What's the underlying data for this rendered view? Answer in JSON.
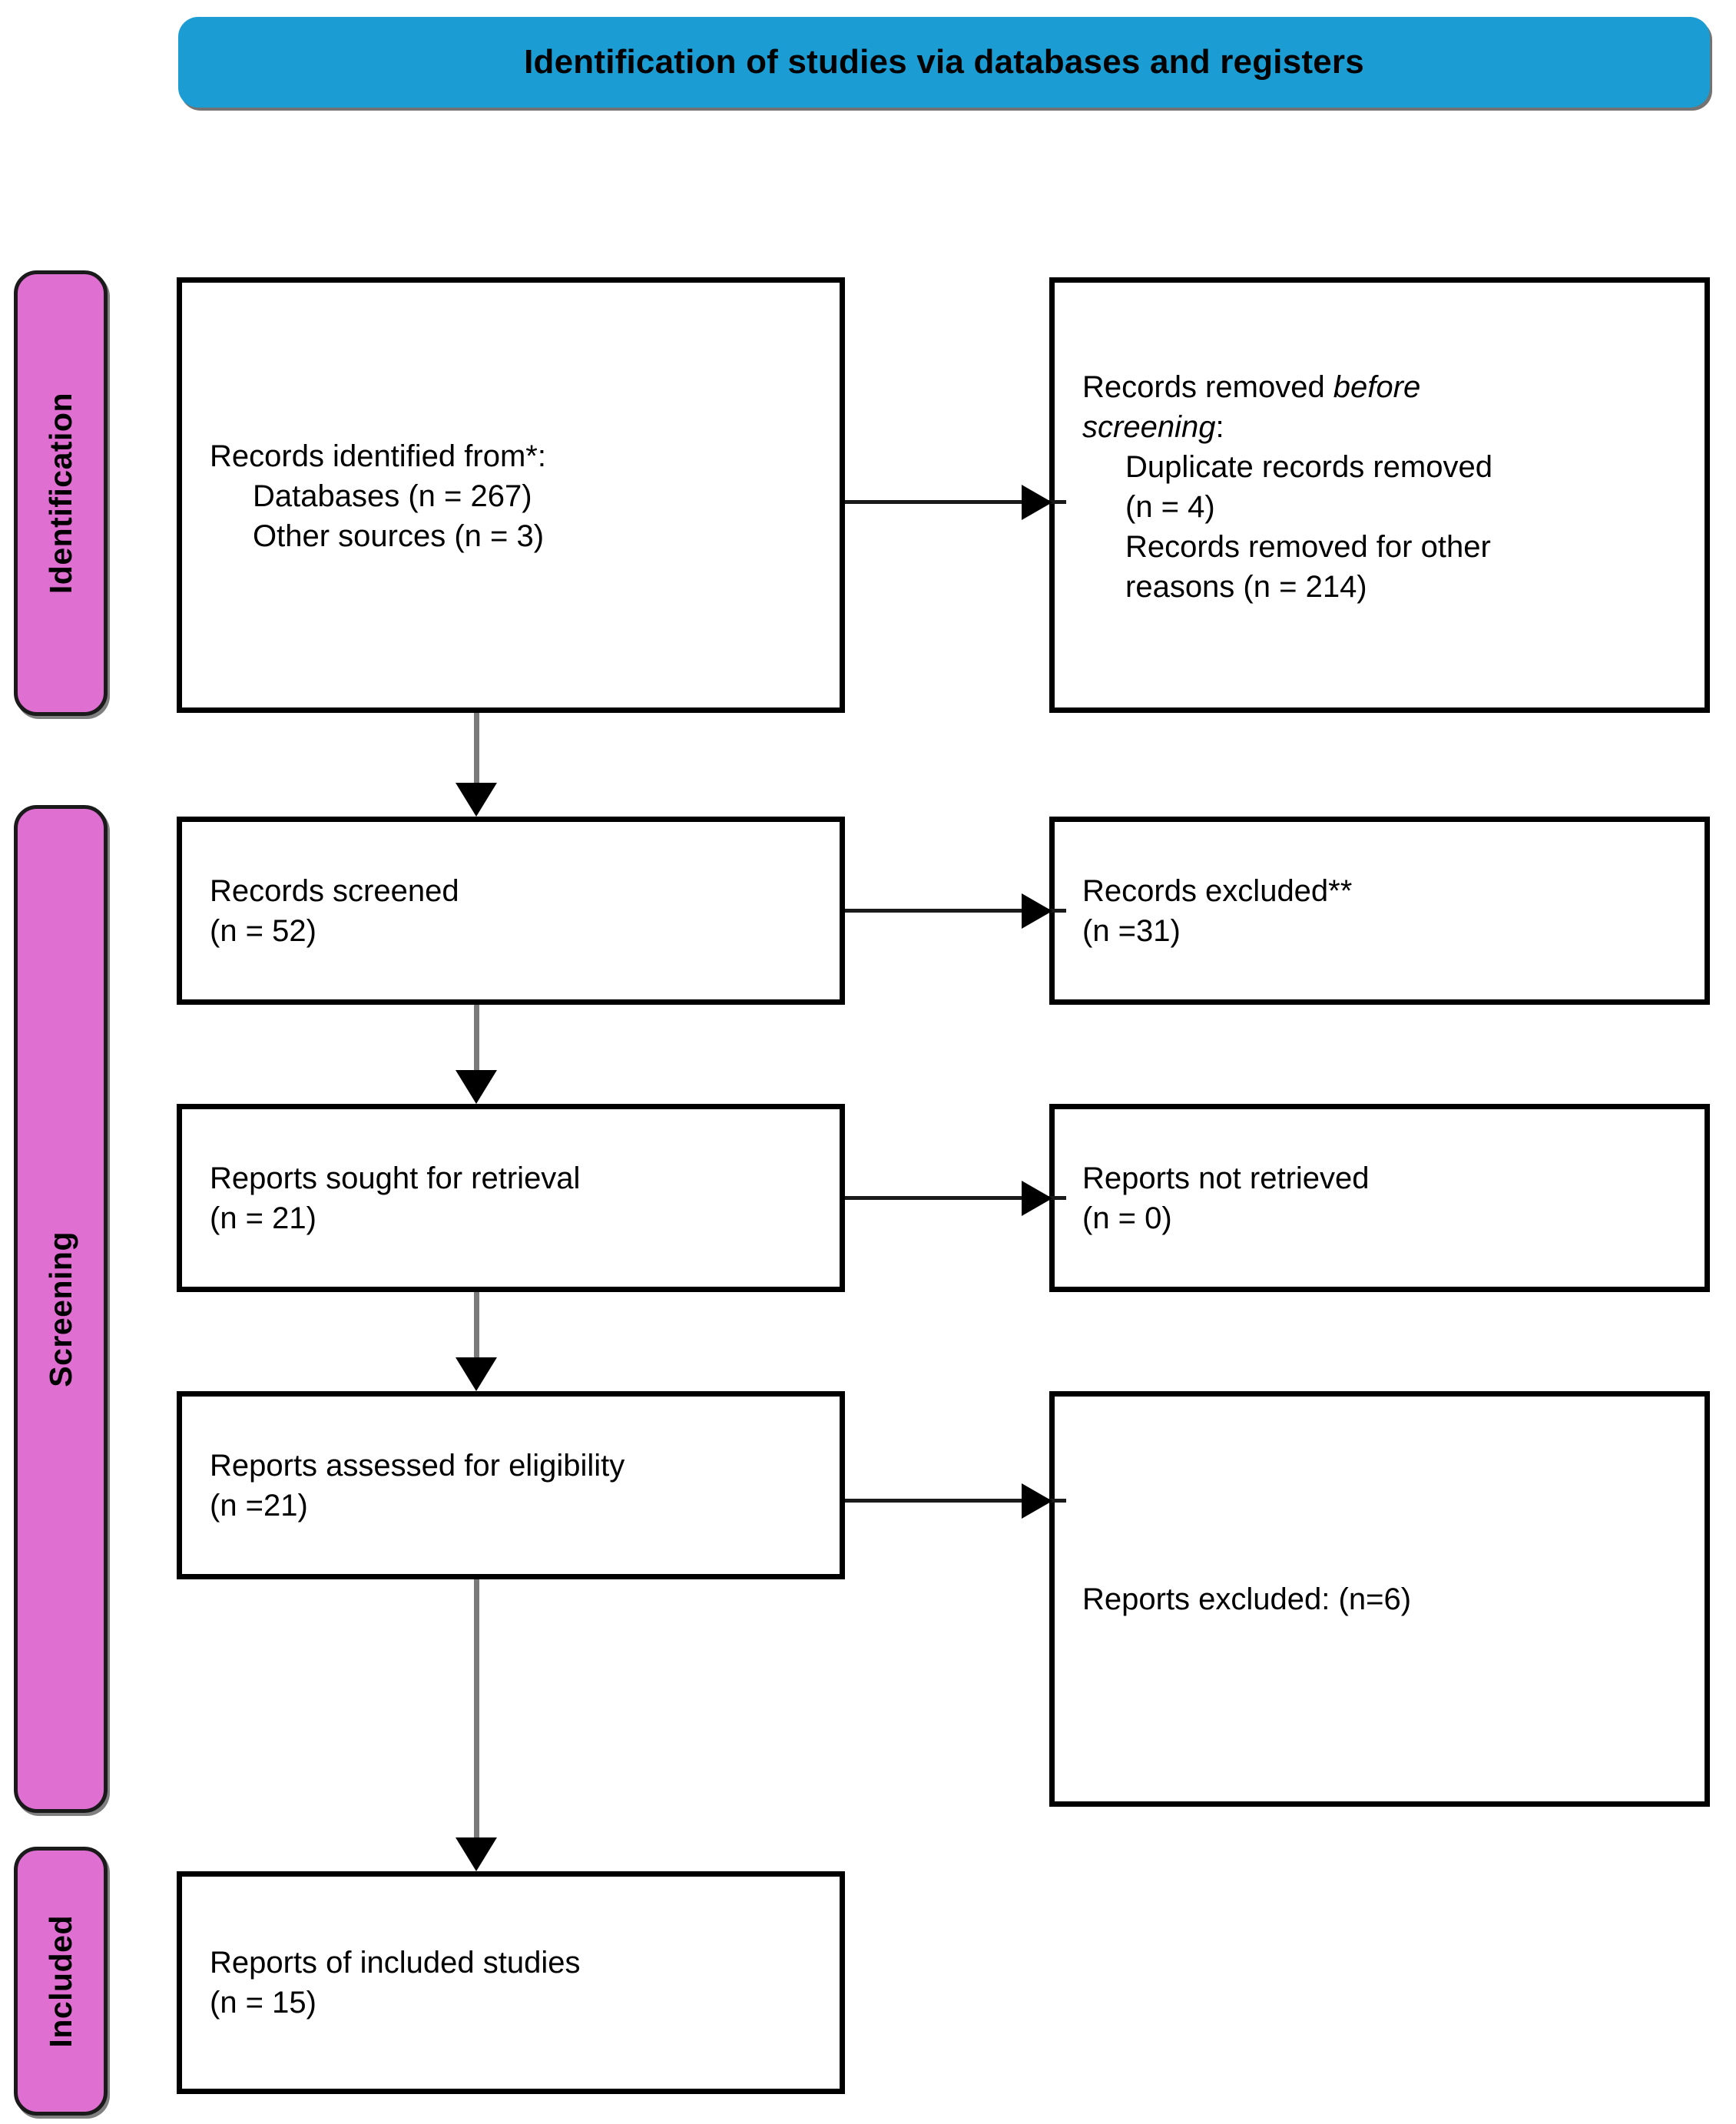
{
  "banner": {
    "title": "Identification of studies via databases and registers",
    "color": "#1b9dd4"
  },
  "stages": {
    "identification": "Identification",
    "screening": "Screening",
    "included": "Included",
    "color": "#e06fd2"
  },
  "boxes": {
    "identified": {
      "line1": "Records identified from*:",
      "line2": "Databases (n = 267)",
      "line3": "Other sources (n = 3)"
    },
    "removed_before": {
      "line1_prefix": "Records removed ",
      "line1_italic": "before",
      "line2_italic": "screening",
      "line2_suffix": ":",
      "line3": "Duplicate records removed",
      "line4": "(n = 4)",
      "line5": "Records removed for other",
      "line6": "reasons (n = 214)"
    },
    "screened": {
      "line1": "Records screened",
      "line2": "(n = 52)"
    },
    "records_excluded": {
      "line1": "Records excluded**",
      "line2": "(n =31)"
    },
    "sought": {
      "line1": "Reports sought for retrieval",
      "line2": "(n = 21)"
    },
    "not_retrieved": {
      "line1": "Reports not retrieved",
      "line2": "(n = 0)"
    },
    "assessed": {
      "line1": "Reports assessed for eligibility",
      "line2": "(n =21)"
    },
    "reports_excluded": {
      "line1": "Reports excluded: (n=6)"
    },
    "included": {
      "line1": "Reports of included studies",
      "line2": "(n = 15)"
    }
  },
  "chart_data": {
    "type": "diagram",
    "title": "Identification of studies via databases and registers",
    "diagram_kind": "PRISMA flow diagram",
    "stages": [
      "Identification",
      "Screening",
      "Included"
    ],
    "nodes": [
      {
        "id": "identified",
        "stage": "Identification",
        "column": "left",
        "label": "Records identified from*: Databases (n = 267); Other sources (n = 3)",
        "counts": {
          "databases": 267,
          "other_sources": 3
        }
      },
      {
        "id": "removed_before",
        "stage": "Identification",
        "column": "right",
        "label": "Records removed before screening: Duplicate records removed (n = 4); Records removed for other reasons (n = 214)",
        "counts": {
          "duplicates_removed": 4,
          "other_reasons_removed": 214
        }
      },
      {
        "id": "screened",
        "stage": "Screening",
        "column": "left",
        "label": "Records screened (n = 52)",
        "counts": {
          "n": 52
        }
      },
      {
        "id": "records_excluded",
        "stage": "Screening",
        "column": "right",
        "label": "Records excluded** (n =31)",
        "counts": {
          "n": 31
        }
      },
      {
        "id": "sought",
        "stage": "Screening",
        "column": "left",
        "label": "Reports sought for retrieval (n = 21)",
        "counts": {
          "n": 21
        }
      },
      {
        "id": "not_retrieved",
        "stage": "Screening",
        "column": "right",
        "label": "Reports not retrieved (n = 0)",
        "counts": {
          "n": 0
        }
      },
      {
        "id": "assessed",
        "stage": "Screening",
        "column": "left",
        "label": "Reports assessed for eligibility (n =21)",
        "counts": {
          "n": 21
        }
      },
      {
        "id": "reports_excluded",
        "stage": "Screening",
        "column": "right",
        "label": "Reports excluded: (n=6)",
        "counts": {
          "n": 6
        }
      },
      {
        "id": "included",
        "stage": "Included",
        "column": "left",
        "label": "Reports of included studies (n = 15)",
        "counts": {
          "n": 15
        }
      }
    ],
    "edges": [
      {
        "from": "identified",
        "to": "removed_before",
        "direction": "right"
      },
      {
        "from": "identified",
        "to": "screened",
        "direction": "down"
      },
      {
        "from": "screened",
        "to": "records_excluded",
        "direction": "right"
      },
      {
        "from": "screened",
        "to": "sought",
        "direction": "down"
      },
      {
        "from": "sought",
        "to": "not_retrieved",
        "direction": "right"
      },
      {
        "from": "sought",
        "to": "assessed",
        "direction": "down"
      },
      {
        "from": "assessed",
        "to": "reports_excluded",
        "direction": "right"
      },
      {
        "from": "assessed",
        "to": "included",
        "direction": "down"
      }
    ]
  }
}
